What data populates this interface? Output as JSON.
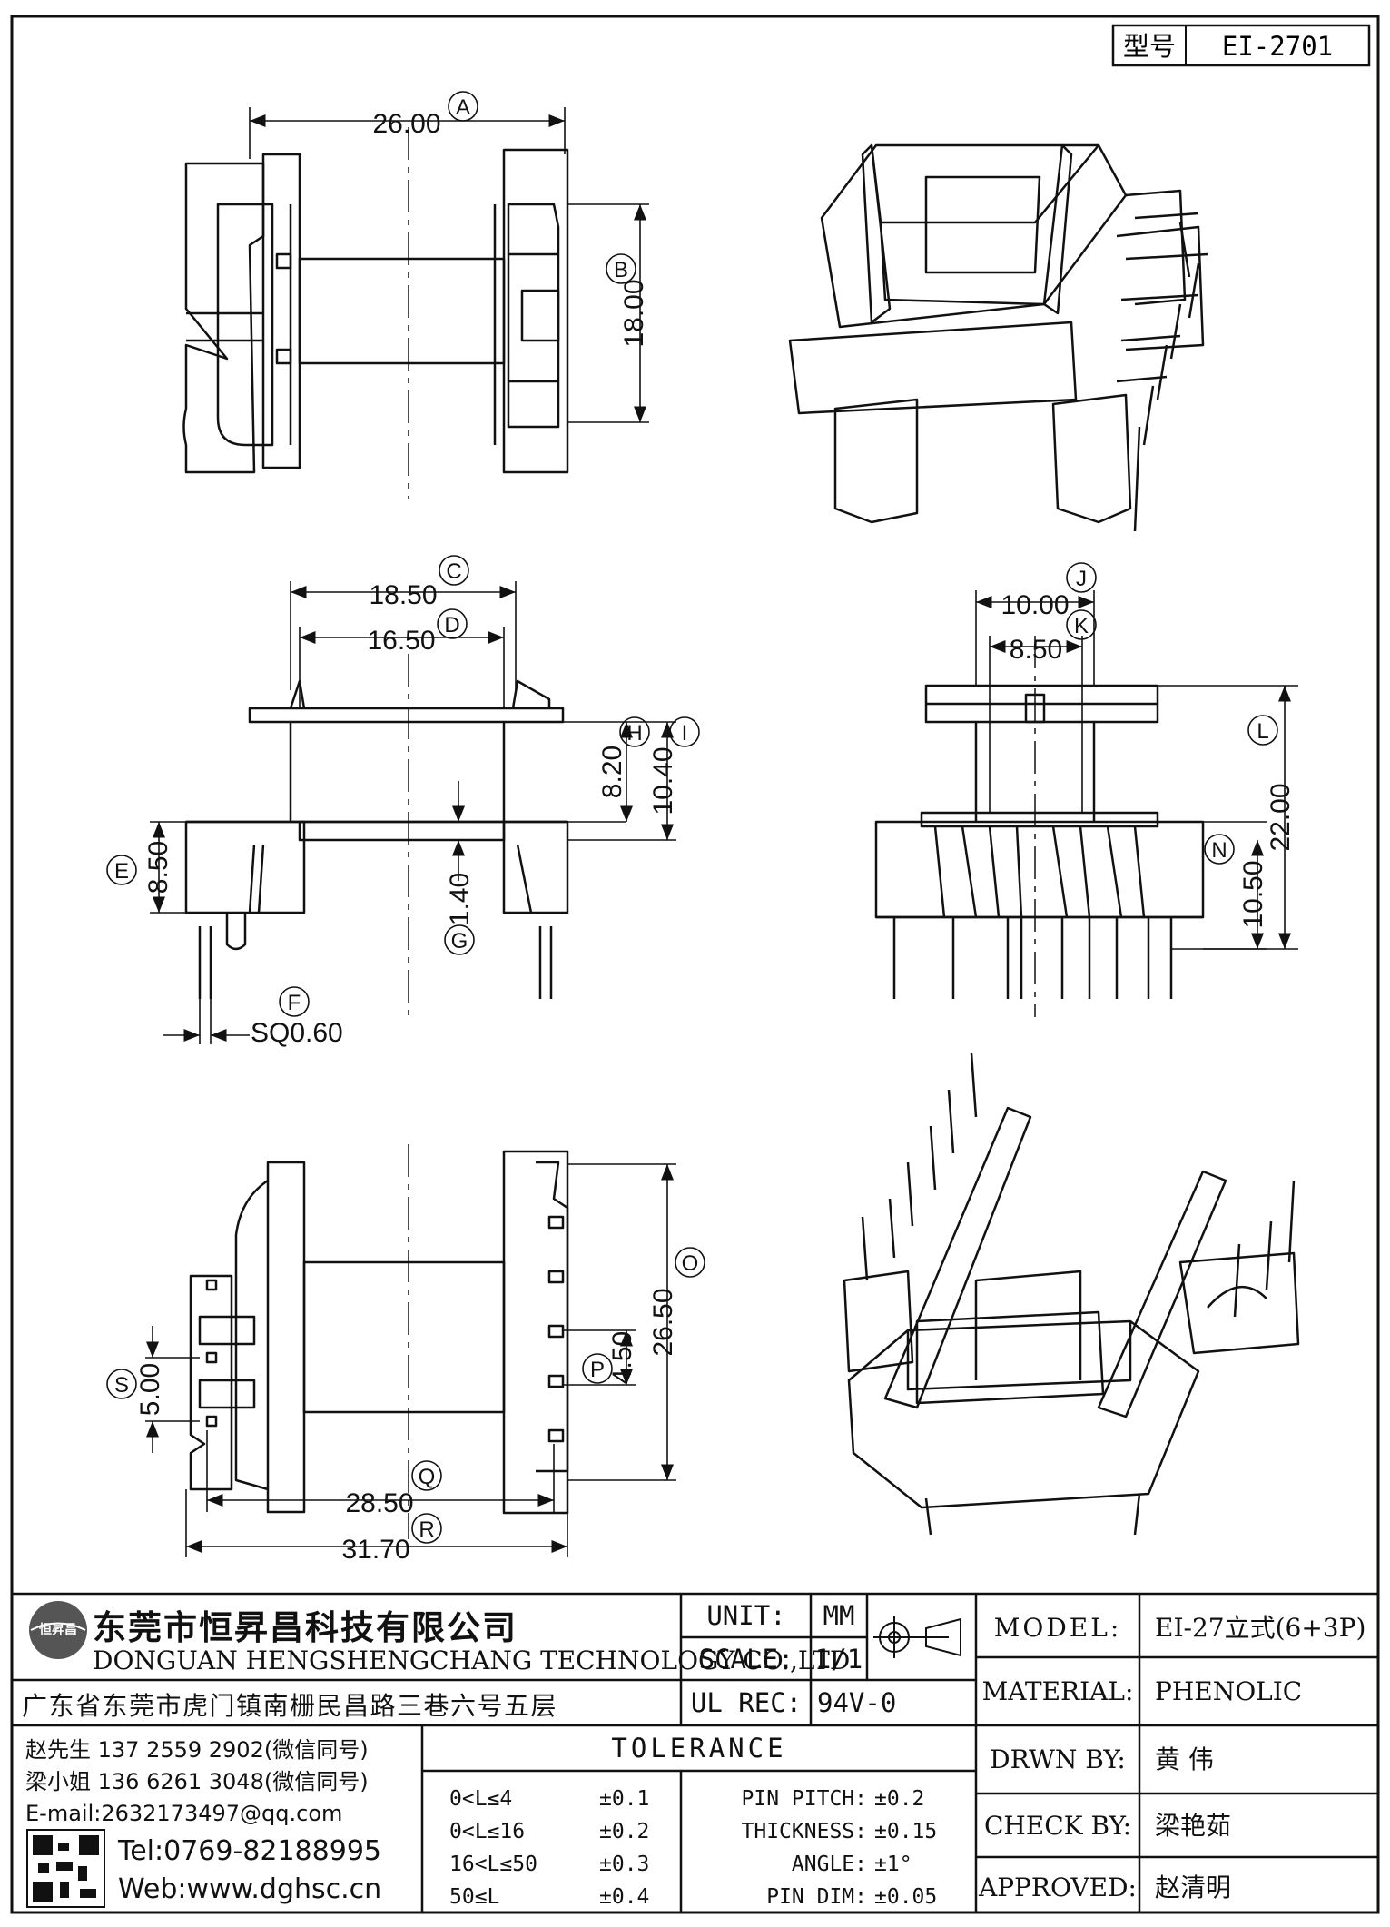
{
  "header": {
    "type_label": "型号",
    "part_no": "EI-2701"
  },
  "dims": {
    "A": "26.00",
    "B": "18.00",
    "C": "18.50",
    "D": "16.50",
    "H": "8.20",
    "I": "10.40",
    "E": "8.50",
    "G": "1.40",
    "F": "SQ0.60",
    "J": "10.00",
    "K": "8.50",
    "L": "22.00",
    "N": "10.50",
    "O": "26.50",
    "P": "4.50",
    "S": "5.00",
    "Q": "28.50",
    "R": "31.70"
  },
  "markers": {
    "A": "A",
    "B": "B",
    "C": "C",
    "D": "D",
    "E": "E",
    "F": "F",
    "G": "G",
    "H": "H",
    "I": "I",
    "J": "J",
    "K": "K",
    "L": "L",
    "N": "N",
    "O": "O",
    "P": "P",
    "Q": "Q",
    "R": "R",
    "S": "S"
  },
  "company": {
    "name_cn": "东莞市恒昇昌科技有限公司",
    "name_en": "DONGUAN HENGSHENGCHANG TECHNOLOGY CO.,LTD",
    "address": "广东省东莞市虎门镇南栅民昌路三巷六号五层",
    "logo_text": "恒昇昌",
    "contact1": "赵先生 137 2559 2902(微信同号)",
    "contact2": "梁小姐 136 6261 3048(微信同号)",
    "email": "E-mail:2632173497@qq.com",
    "tel": "Tel:0769-82188995",
    "web": "Web:www.dghsc.cn"
  },
  "spec": {
    "unit_label": "UNIT:",
    "unit_value": "MM",
    "scale_label": "SCALE:",
    "scale_value": "1/1",
    "ul_label": "UL REC:",
    "ul_value": "94V-0",
    "tolerance_title": "TOLERANCE",
    "tolerance_rows": [
      {
        "range": "0<L≤4",
        "value": "±0.1"
      },
      {
        "range": "0<L≤16",
        "value": "±0.2"
      },
      {
        "range": "16<L≤50",
        "value": "±0.3"
      },
      {
        "range": "50≤L",
        "value": "±0.4"
      }
    ],
    "misc_rows": [
      {
        "label": "PIN PITCH:",
        "value": "±0.2"
      },
      {
        "label": "THICKNESS:",
        "value": "±0.15"
      },
      {
        "label": "ANGLE:",
        "value": "±1°"
      },
      {
        "label": "PIN DIM:",
        "value": "±0.05"
      }
    ]
  },
  "titleblock": {
    "model_label": "MODEL:",
    "model_value": "EI-27立式(6+3P)",
    "material_label": "MATERIAL:",
    "material_value": "PHENOLIC",
    "drawn_label": "DRWN BY:",
    "drawn_value": "黄  伟",
    "check_label": "CHECK BY:",
    "check_value": "梁艳茹",
    "approved_label": "APPROVED:",
    "approved_value": "赵清明"
  }
}
